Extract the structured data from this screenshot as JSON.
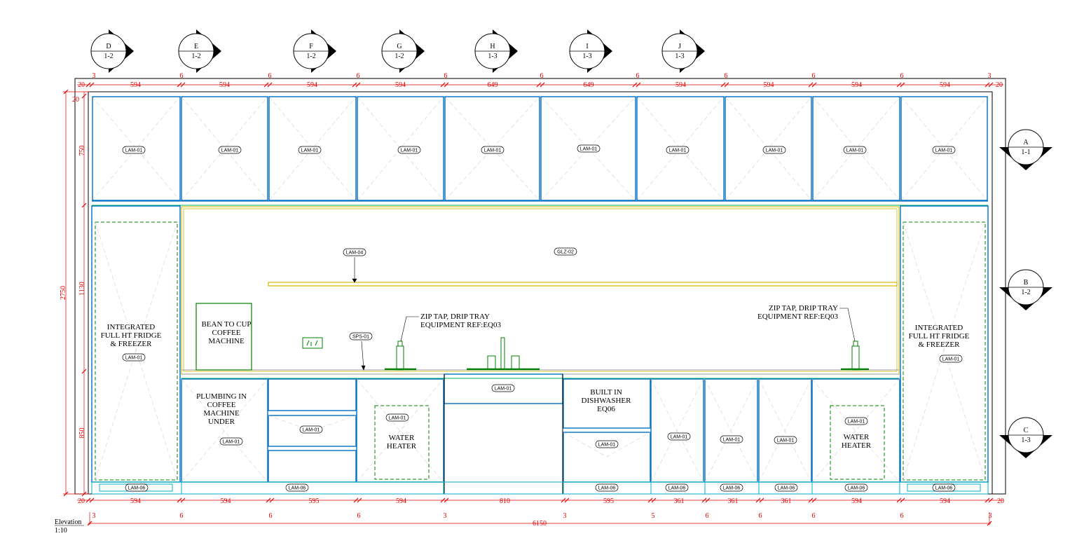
{
  "top_markers": [
    {
      "letter": "D",
      "sheet": "1-2"
    },
    {
      "letter": "E",
      "sheet": "1-2"
    },
    {
      "letter": "F",
      "sheet": "1-2"
    },
    {
      "letter": "G",
      "sheet": "1-2"
    },
    {
      "letter": "H",
      "sheet": "1-3"
    },
    {
      "letter": "I",
      "sheet": "1-3"
    },
    {
      "letter": "J",
      "sheet": "1-3"
    }
  ],
  "side_markers": [
    {
      "letter": "A",
      "sheet": "1-1"
    },
    {
      "letter": "B",
      "sheet": "1-2"
    },
    {
      "letter": "C",
      "sheet": "1-3"
    }
  ],
  "top_dims": {
    "left_end": "20",
    "right_end": "20",
    "widths": [
      "594",
      "594",
      "594",
      "594",
      "649",
      "649",
      "594",
      "594",
      "594",
      "594"
    ],
    "gaps": [
      "3",
      "6",
      "6",
      "6",
      "6",
      "6",
      "6",
      "6",
      "6",
      "6",
      "3"
    ]
  },
  "bottom_dims": {
    "left_end": "20",
    "right_end": "20",
    "widths": [
      "594",
      "594",
      "595",
      "594",
      "810",
      "595",
      "361",
      "361",
      "361",
      "594",
      "594"
    ],
    "gaps": [
      "3",
      "6",
      "6",
      "6",
      "3",
      "3",
      "5",
      "6",
      "6",
      "6",
      "6",
      "3"
    ],
    "overall": "6150"
  },
  "vertical_dims": {
    "total": "2750",
    "top": "20",
    "wall_units": "750",
    "splash": "1130",
    "base": "850"
  },
  "wall_tags": [
    "LAM-01",
    "LAM-01",
    "LAM-01",
    "LAM-01",
    "LAM-01",
    "LAM-01",
    "LAM-01",
    "LAM-01",
    "LAM-01",
    "LAM-01"
  ],
  "tags": {
    "shelf": "LAM-04",
    "glass": "GLZ-02",
    "splashback": "SPS-01",
    "fridge_left": "LAM-01",
    "fridge_right": "LAM-01",
    "plumbing": "LAM-01",
    "drawers": "LAM-01",
    "water_heater_left": "LAM-01",
    "sink": "LAM-01",
    "dishwasher": "LAM-01",
    "base_a": "LAM-01",
    "base_b": "LAM-01",
    "base_c": "LAM-01",
    "water_heater_right": "LAM-01"
  },
  "kick_tags": [
    "LAM-06",
    "LAM-06",
    "LAM-06",
    "LAM-06",
    "LAM-06",
    "LAM-06",
    "LAM-06",
    "LAM-06"
  ],
  "labels": {
    "fridge_left": [
      "INTEGRATED",
      "FULL HT FRIDGE",
      "& FREEZER"
    ],
    "fridge_right": [
      "INTEGRATED",
      "FULL HT FRIDGE",
      "& FREEZER"
    ],
    "coffee": [
      "BEAN TO CUP",
      "COFFEE",
      "MACHINE"
    ],
    "plumbing": [
      "PLUMBING IN",
      "COFFEE",
      "MACHINE",
      "UNDER"
    ],
    "water_heater_left": [
      "WATER",
      "HEATER"
    ],
    "water_heater_right": [
      "WATER",
      "HEATER"
    ],
    "dishwasher": [
      "BUILT IN",
      "DISHWASHER",
      "EQ06"
    ],
    "zip_left": [
      "ZIP TAP, DRIP TRAY",
      "EQUIPMENT REF:EQ03"
    ],
    "zip_right": [
      "ZIP TAP, DRIP TRAY",
      "EQUIPMENT REF:EQ03"
    ]
  },
  "title": {
    "name": "Elevation",
    "scale": "1:10"
  },
  "colors": {
    "cabinet": "#0070c0",
    "outline": "#000000",
    "dimension": "#e00000",
    "shelf": "#d4b800",
    "equipment": "#008000",
    "kick": "#00b0c8",
    "hatch": "#c0c0c0"
  }
}
